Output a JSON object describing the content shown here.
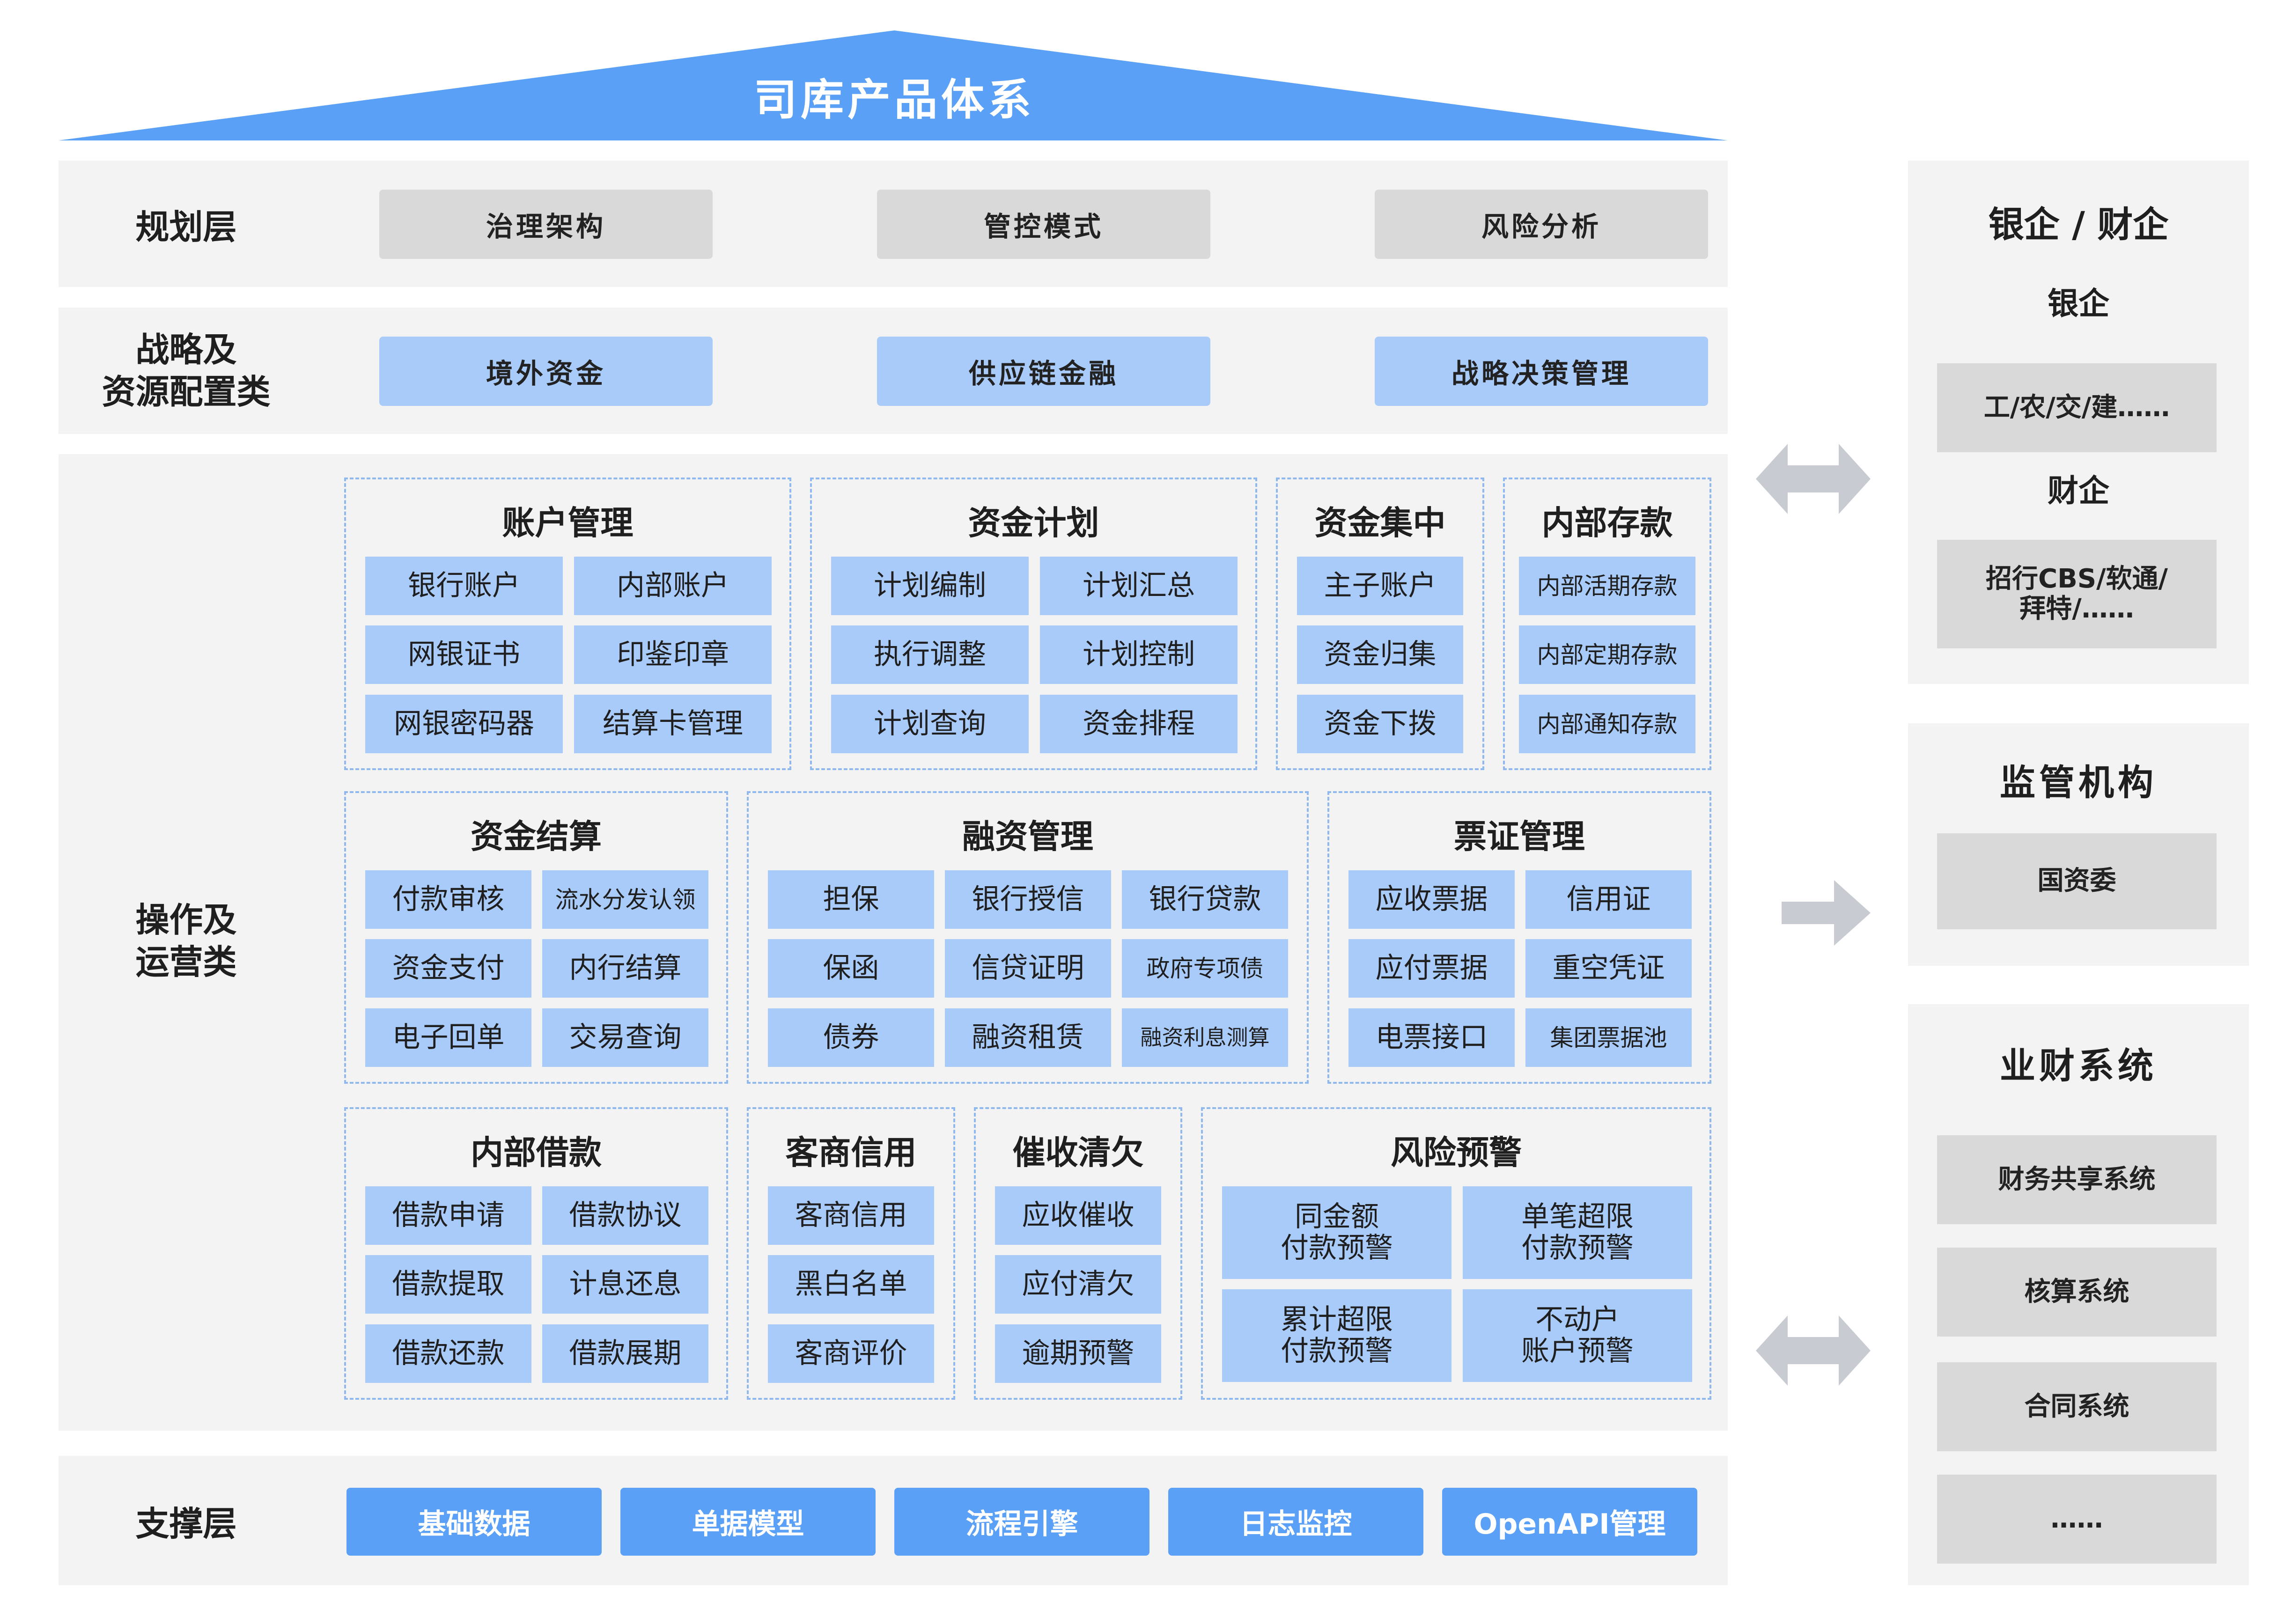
{
  "title": "司库产品体系",
  "layers": {
    "planning": {
      "label": "规划层",
      "items": [
        "治理架构",
        "管控模式",
        "风险分析"
      ]
    },
    "strategy": {
      "label": "战略及\n资源配置类",
      "items": [
        "境外资金",
        "供应链金融",
        "战略决策管理"
      ]
    },
    "operations": {
      "label": "操作及\n运营类",
      "modules": [
        {
          "title": "账户管理",
          "items": [
            "银行账户",
            "内部账户",
            "网银证书",
            "印鉴印章",
            "网银密码器",
            "结算卡管理"
          ]
        },
        {
          "title": "资金计划",
          "items": [
            "计划编制",
            "计划汇总",
            "执行调整",
            "计划控制",
            "计划查询",
            "资金排程"
          ]
        },
        {
          "title": "资金集中",
          "items": [
            "主子账户",
            "资金归集",
            "资金下拨"
          ]
        },
        {
          "title": "内部存款",
          "items": [
            "内部活期存款",
            "内部定期存款",
            "内部通知存款"
          ]
        },
        {
          "title": "资金结算",
          "items": [
            "付款审核",
            "流水分发认领",
            "资金支付",
            "内行结算",
            "电子回单",
            "交易查询"
          ]
        },
        {
          "title": "融资管理",
          "items": [
            "担保",
            "银行授信",
            "银行贷款",
            "保函",
            "信贷证明",
            "政府专项债",
            "债券",
            "融资租赁",
            "融资利息测算"
          ]
        },
        {
          "title": "票证管理",
          "items": [
            "应收票据",
            "信用证",
            "应付票据",
            "重空凭证",
            "电票接口",
            "集团票据池"
          ]
        },
        {
          "title": "内部借款",
          "items": [
            "借款申请",
            "借款协议",
            "借款提取",
            "计息还息",
            "借款还款",
            "借款展期"
          ]
        },
        {
          "title": "客商信用",
          "items": [
            "客商信用",
            "黑白名单",
            "客商评价"
          ]
        },
        {
          "title": "催收清欠",
          "items": [
            "应收催收",
            "应付清欠",
            "逾期预警"
          ]
        },
        {
          "title": "风险预警",
          "items": [
            "同金额\n付款预警",
            "单笔超限\n付款预警",
            "累计超限\n付款预警",
            "不动户\n账户预警"
          ]
        }
      ]
    },
    "support": {
      "label": "支撑层",
      "items": [
        "基础数据",
        "单据模型",
        "流程引擎",
        "日志监控",
        "OpenAPI管理"
      ]
    }
  },
  "right_panels": {
    "bank_finance": {
      "title": "银企 / 财企",
      "bank_label": "银企",
      "bank_item": "工/农/交/建……",
      "finance_label": "财企",
      "finance_item": "招行CBS/软通/\n拜特/……"
    },
    "regulator": {
      "title": "监管机构",
      "item": "国资委"
    },
    "business_finance": {
      "title": "业财系统",
      "items": [
        "财务共享系统",
        "核算系统",
        "合同系统",
        "……"
      ]
    }
  },
  "colors": {
    "roof": "#5aa0f7",
    "light_blue": "#a9cbfa",
    "gray_box": "#d9d9d9",
    "panel_bg": "#f3f3f3",
    "dashed_border": "#8fb8ef",
    "arrow": "#c8ccd2"
  },
  "icons": [
    "double-arrow-icon",
    "right-arrow-icon"
  ]
}
